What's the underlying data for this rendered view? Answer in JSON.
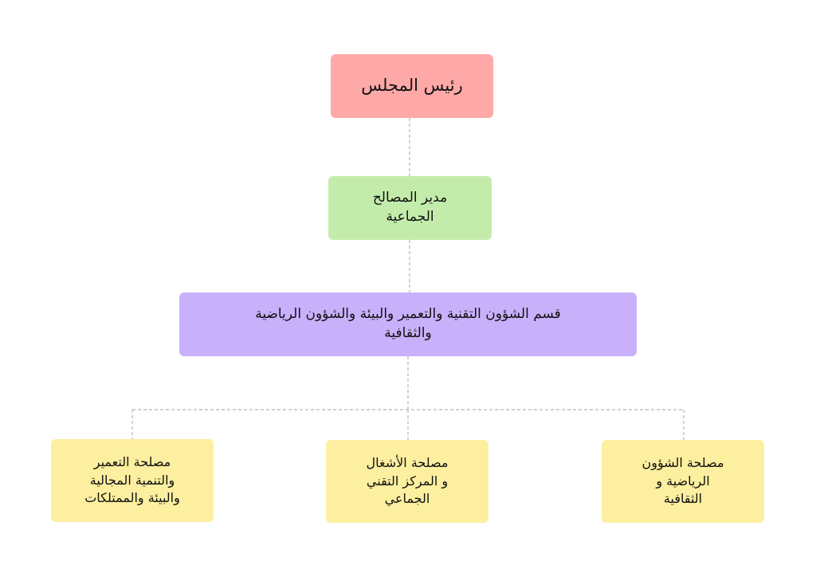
{
  "colors": {
    "chair_fill": "#ffa8a8",
    "director_fill": "#c3ecaa",
    "division_fill": "#c9b0fb",
    "service_fill": "#fcef9f",
    "connector": "#b3b3b3"
  },
  "org_chart": {
    "chair": {
      "label": "رئيس المجلس"
    },
    "director": {
      "label": "مدير المصالح\nالجماعية"
    },
    "division": {
      "label": "قسم الشؤون التقنية والتعمير والبيئة والشؤون الرياضية\nوالثقافية"
    },
    "services": [
      {
        "label": "مصلحة التعمير\nوالتنمية المجالية\nوالبيئة والممتلكات"
      },
      {
        "label": "مصلحة الأشغال\nو المركز التقني\nالجماعي"
      },
      {
        "label": "مصلحة الشؤون\nالرياضية و\nالثقافية"
      }
    ]
  }
}
